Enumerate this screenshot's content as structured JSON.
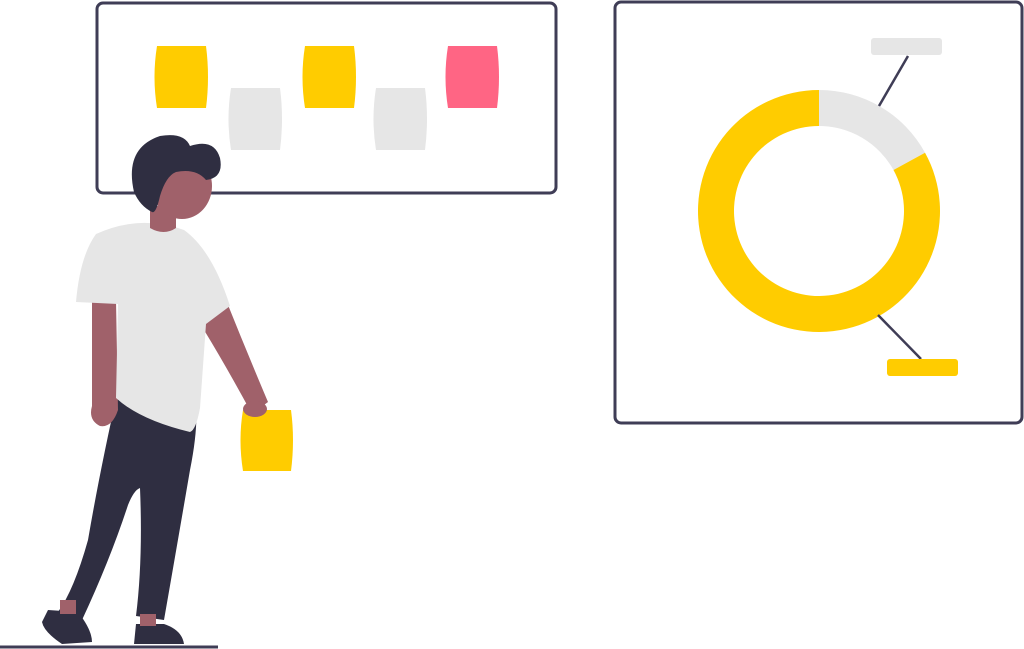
{
  "colors": {
    "background": "#ffffff",
    "outline": "#3f3d56",
    "dark": "#2f2e41",
    "yellow": "#ffcc00",
    "pink": "#ff6584",
    "light_gray": "#e6e6e6",
    "skin": "#a0616a",
    "shirt": "#e6e6e6"
  },
  "board": {
    "notes": [
      {
        "color": "yellow",
        "icon": "sticky-note"
      },
      {
        "color": "light_gray",
        "icon": "sticky-note"
      },
      {
        "color": "yellow",
        "icon": "sticky-note"
      },
      {
        "color": "light_gray",
        "icon": "sticky-note"
      },
      {
        "color": "pink",
        "icon": "sticky-note"
      }
    ]
  },
  "donut": {
    "segments": [
      {
        "color": "light_gray",
        "fraction": 0.17
      },
      {
        "color": "yellow",
        "fraction": 0.83
      }
    ]
  },
  "person": {
    "holding": "sticky-note"
  }
}
